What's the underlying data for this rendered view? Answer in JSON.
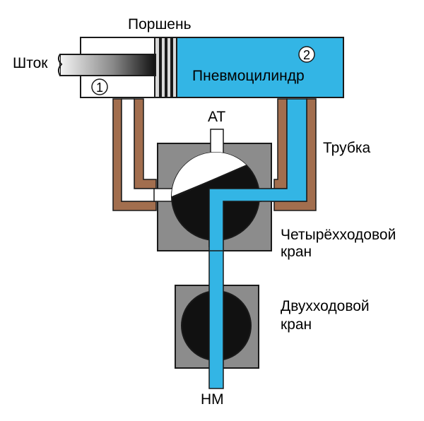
{
  "labels": {
    "rod": "Шток",
    "piston": "Поршень",
    "cylinder": "Пневмоцилиндр",
    "tube": "Трубка",
    "atmosphere": "АТ",
    "four_way_valve": [
      "Четырёхходовой",
      "кран"
    ],
    "two_way_valve": [
      "Двухходовой",
      "кран"
    ],
    "pump": "НМ",
    "chamber_1": "1",
    "chamber_2": "2"
  },
  "colors": {
    "air": "#33b5e5",
    "tube": "#a26e4e",
    "valve_body": "#8c8c8c",
    "valve_plug": "#111111",
    "outline": "#1a1a1a"
  }
}
